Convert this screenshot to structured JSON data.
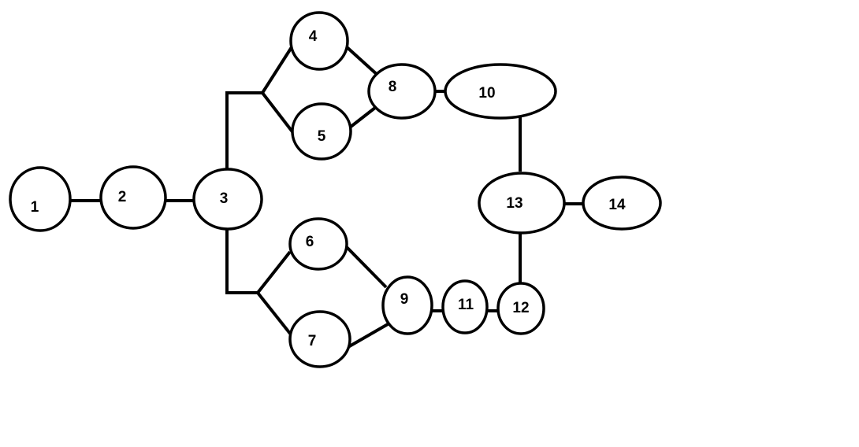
{
  "nodes": [
    {
      "id": "1",
      "label": "1"
    },
    {
      "id": "2",
      "label": "2"
    },
    {
      "id": "3",
      "label": "3"
    },
    {
      "id": "4",
      "label": "4"
    },
    {
      "id": "5",
      "label": "5"
    },
    {
      "id": "6",
      "label": "6"
    },
    {
      "id": "7",
      "label": "7"
    },
    {
      "id": "8",
      "label": "8"
    },
    {
      "id": "9",
      "label": "9"
    },
    {
      "id": "10",
      "label": "10"
    },
    {
      "id": "11",
      "label": "11"
    },
    {
      "id": "12",
      "label": "12"
    },
    {
      "id": "13",
      "label": "13"
    },
    {
      "id": "14",
      "label": "14"
    }
  ],
  "edges": [
    {
      "from": "1",
      "to": "2"
    },
    {
      "from": "2",
      "to": "3"
    },
    {
      "from": "3",
      "to": "4"
    },
    {
      "from": "3",
      "to": "5"
    },
    {
      "from": "3",
      "to": "6"
    },
    {
      "from": "3",
      "to": "7"
    },
    {
      "from": "4",
      "to": "8"
    },
    {
      "from": "5",
      "to": "8"
    },
    {
      "from": "6",
      "to": "9"
    },
    {
      "from": "7",
      "to": "9"
    },
    {
      "from": "8",
      "to": "10"
    },
    {
      "from": "9",
      "to": "11"
    },
    {
      "from": "11",
      "to": "12"
    },
    {
      "from": "10",
      "to": "13"
    },
    {
      "from": "12",
      "to": "13"
    },
    {
      "from": "13",
      "to": "14"
    }
  ],
  "colors": {
    "stroke": "#000000",
    "background": "#ffffff"
  }
}
